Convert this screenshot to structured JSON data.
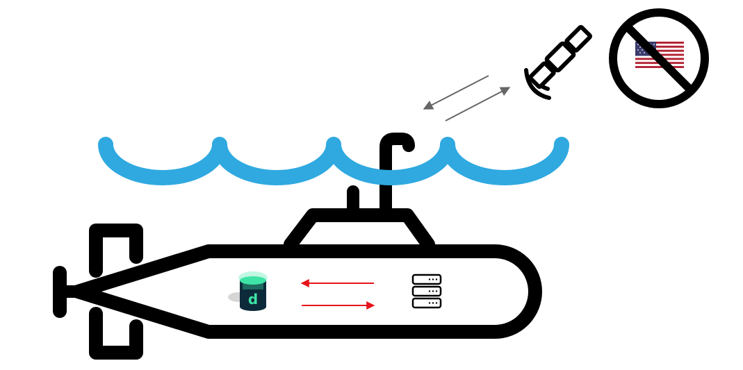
{
  "colors": {
    "background": "#ffffff",
    "outline": "#000000",
    "water": "#2fa9e0",
    "link_arrows": "#666666",
    "internal_arrows": "#e8131a",
    "db_top": "#3ee3a6",
    "db_body": "#0d2a3a",
    "flag_red": "#b22234",
    "flag_blue": "#3c3b6e"
  },
  "elements": {
    "submarine": "submarine-hull",
    "waves": "water-surface-waves",
    "periscope": "periscope",
    "satellite": "satellite-icon",
    "signal": "signal-waves-icon",
    "no_us_flag": "no-us-flag-icon",
    "database": "database-icon",
    "server": "server-stack-icon"
  }
}
